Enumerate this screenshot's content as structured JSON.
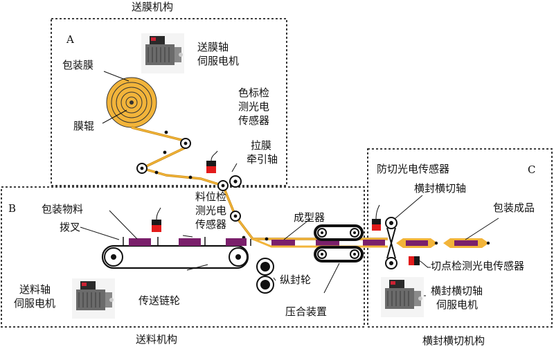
{
  "colors": {
    "film": "#f2b43a",
    "film_edge": "#c98a10",
    "product": "#7a1f6b",
    "sensor_red": "#e31b1b",
    "sensor_black": "#1a1a1a",
    "frame": "#222222"
  },
  "titles": {
    "film_mechanism": "送膜机构",
    "feed_mechanism": "送料机构",
    "cut_mechanism": "横封横切机构"
  },
  "sections": {
    "a": "A",
    "b": "B",
    "c": "C"
  },
  "labels": {
    "film_servo": [
      "送膜轴",
      "伺服电机"
    ],
    "packaging_film": "包装膜",
    "film_roll": "膜辊",
    "color_mark_sensor": [
      "色标检",
      "测光电",
      "传感器"
    ],
    "pull_film": [
      "拉膜",
      "牵引轴"
    ],
    "material_item": "包装物料",
    "pusher": "拨叉",
    "material_sensor": [
      "料位检",
      "测光电",
      "传感器"
    ],
    "forming": "成型器",
    "feed_servo": [
      "送料轴",
      "伺服电机"
    ],
    "chain": "传送链轮",
    "long_seal": "纵封轮",
    "press": "压合装置",
    "anti_cut_sensor": "防切光电传感器",
    "cross_shaft": "横封横切轴",
    "product": "包装成品",
    "cut_point_sensor": "切点检测光电传感器",
    "cross_servo": [
      "横封横切轴",
      "伺服电机"
    ]
  }
}
